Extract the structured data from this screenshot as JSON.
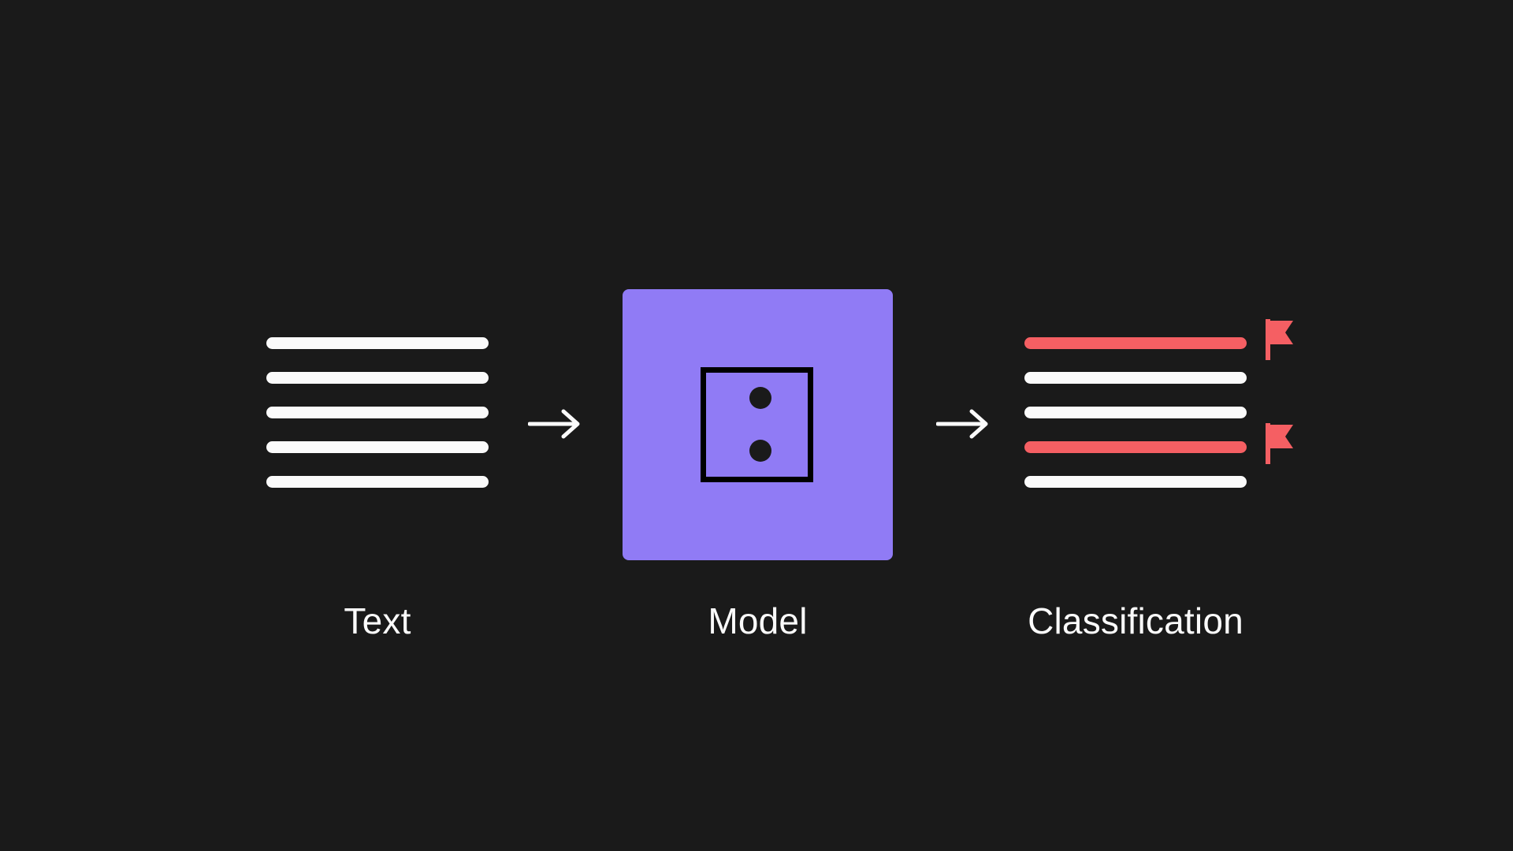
{
  "background_color": "#1a1a1a",
  "palette": {
    "line_white": "#fbfbfb",
    "flag_red": "#f55f63",
    "model_purple": "#907bf5",
    "outline_black": "#000000",
    "text_white": "#fbfbfb"
  },
  "diagram": {
    "type": "pipeline",
    "title": "",
    "stages": [
      {
        "id": "text",
        "label": "Text",
        "icon": "document-lines-icon",
        "lines": [
          {
            "id": "text-line-1",
            "color": "#fbfbfb",
            "flagged": false
          },
          {
            "id": "text-line-2",
            "color": "#fbfbfb",
            "flagged": false
          },
          {
            "id": "text-line-3",
            "color": "#fbfbfb",
            "flagged": false
          },
          {
            "id": "text-line-4",
            "color": "#fbfbfb",
            "flagged": false
          },
          {
            "id": "text-line-5",
            "color": "#fbfbfb",
            "flagged": false
          }
        ]
      },
      {
        "id": "model",
        "label": "Model",
        "icon": "model-box-icon",
        "dots": 2
      },
      {
        "id": "classification",
        "label": "Classification",
        "icon": "classified-lines-icon",
        "lines": [
          {
            "id": "class-line-1",
            "color": "#f55f63",
            "flagged": true
          },
          {
            "id": "class-line-2",
            "color": "#fbfbfb",
            "flagged": false
          },
          {
            "id": "class-line-3",
            "color": "#fbfbfb",
            "flagged": false
          },
          {
            "id": "class-line-4",
            "color": "#f55f63",
            "flagged": true
          },
          {
            "id": "class-line-5",
            "color": "#fbfbfb",
            "flagged": false
          }
        ]
      }
    ],
    "connectors": [
      {
        "id": "arrow-text-to-model",
        "icon": "arrow-right-icon",
        "from": "text",
        "to": "model"
      },
      {
        "id": "arrow-model-to-classification",
        "icon": "arrow-right-icon",
        "from": "model",
        "to": "classification"
      }
    ]
  }
}
